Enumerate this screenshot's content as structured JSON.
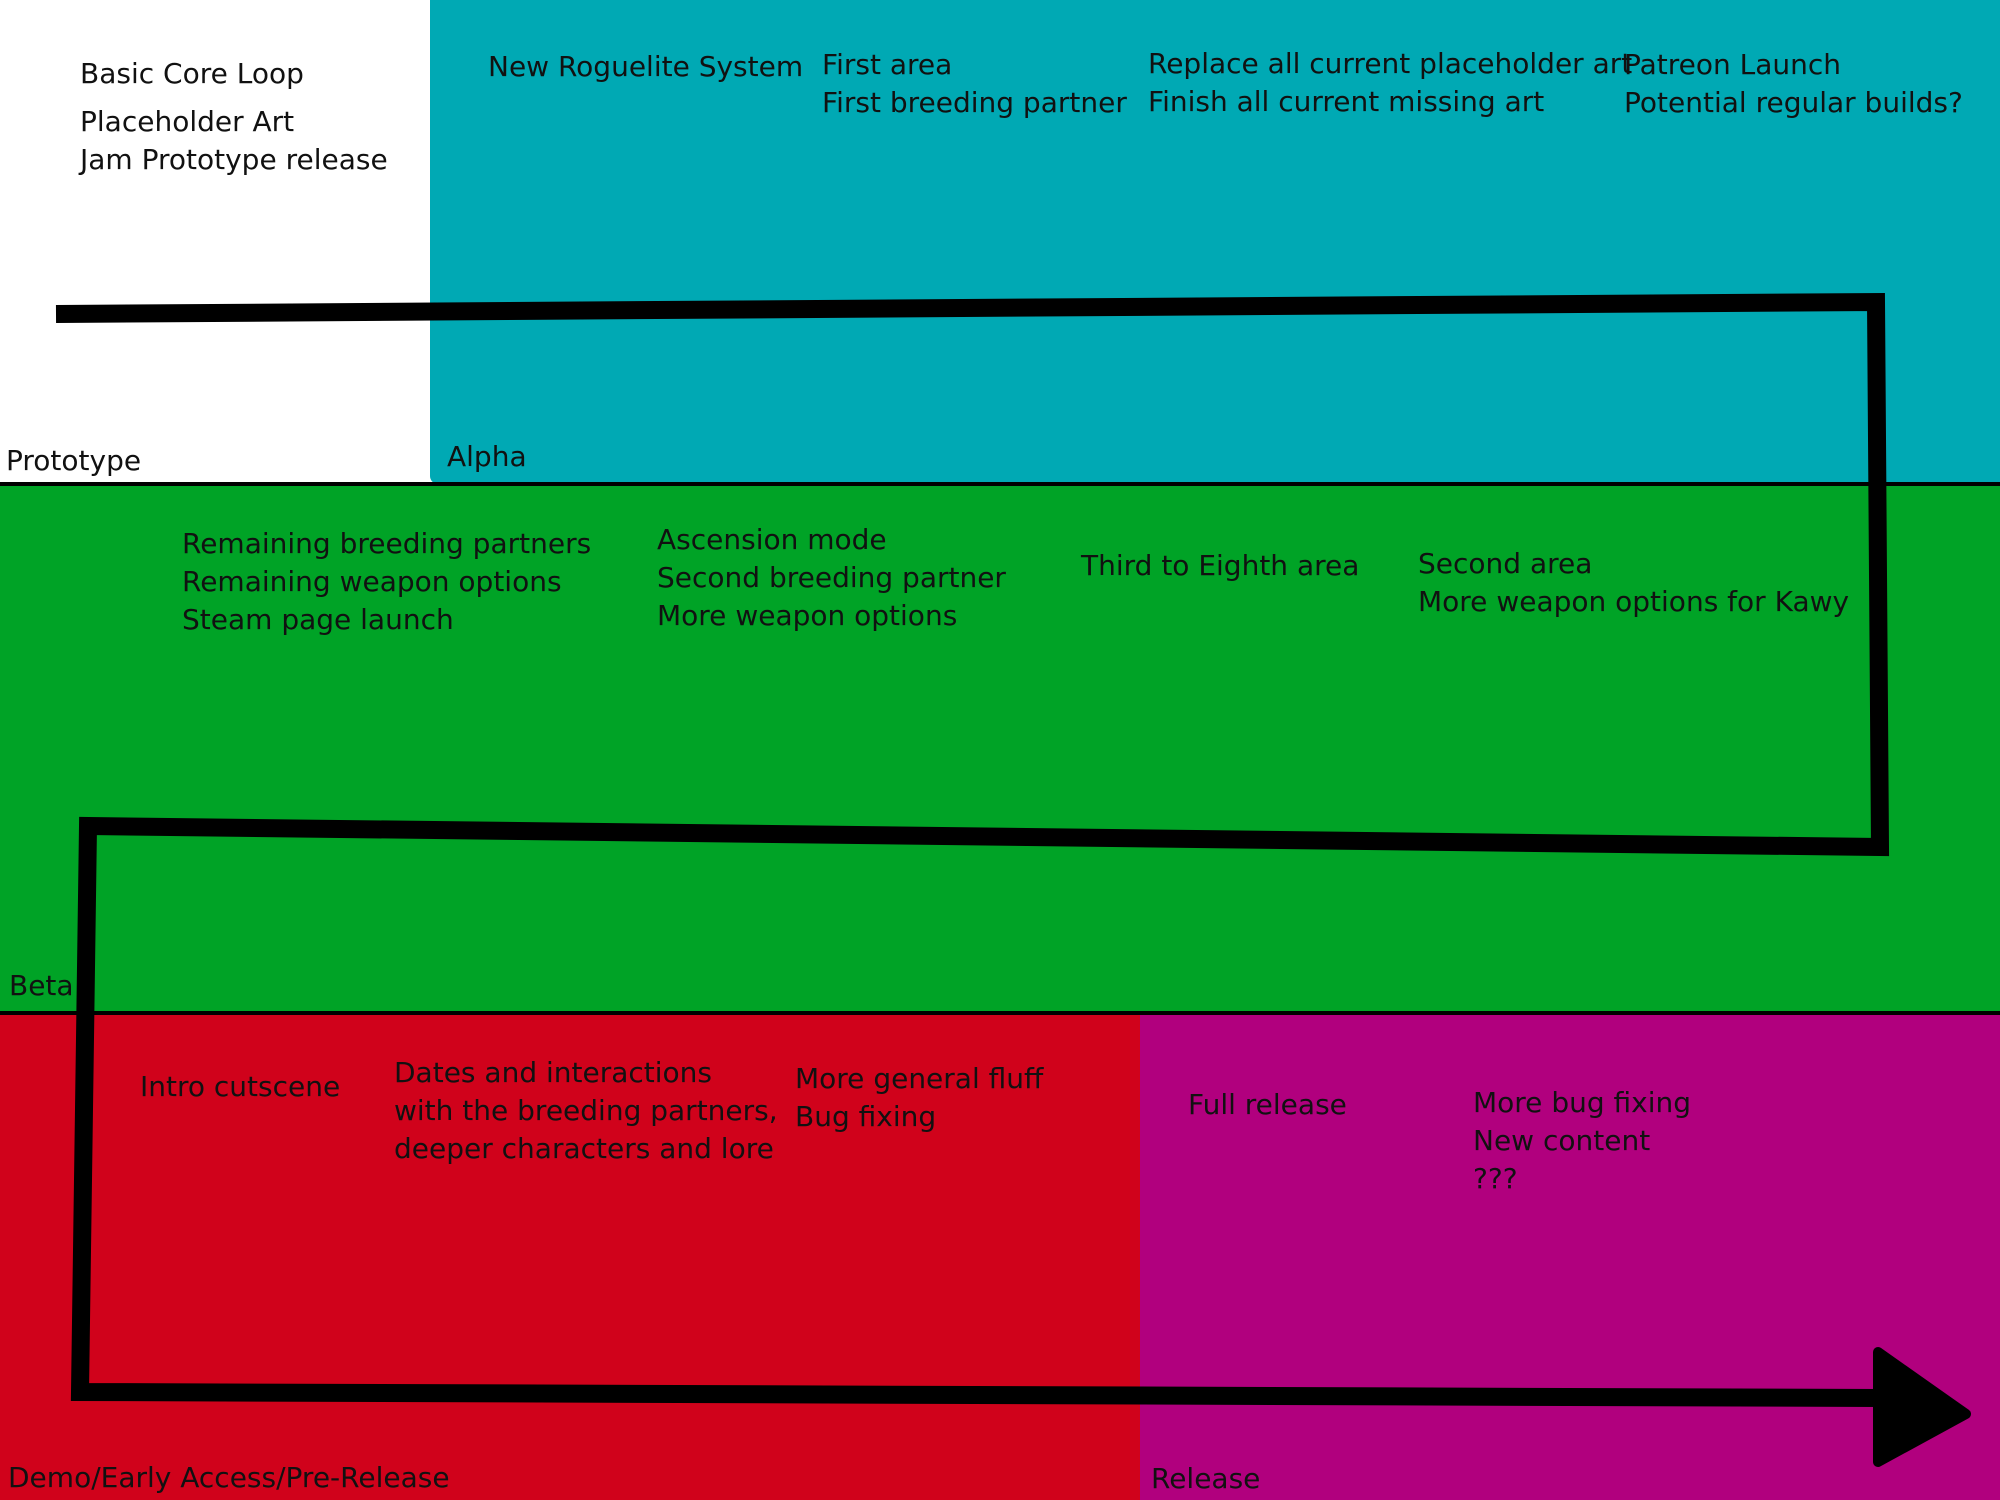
{
  "colors": {
    "prototype": "#ffffff",
    "alpha": "#00a9b4",
    "beta": "#00a326",
    "prerelease": "#d0021b",
    "release": "#b1007e",
    "path": "#000000"
  },
  "stages": {
    "prototype": {
      "label": "Prototype",
      "items": [
        "Basic Core Loop",
        "Placeholder Art\nJam Prototype release"
      ]
    },
    "alpha": {
      "label": "Alpha",
      "items": [
        "New Roguelite System",
        "First area\nFirst breeding partner",
        "Replace all current placeholder art\nFinish all current missing art",
        "Patreon Launch\nPotential regular builds?"
      ]
    },
    "beta": {
      "label": "Beta",
      "items": [
        "Remaining breeding partners\nRemaining weapon options\nSteam page launch",
        "Ascension mode\nSecond breeding partner\nMore weapon options",
        "Third to Eighth area",
        "Second area\nMore weapon options for Kawy"
      ]
    },
    "prerelease": {
      "label": "Demo/Early Access/Pre-Release",
      "items": [
        "Intro cutscene",
        "Dates and interactions\nwith the breeding partners,\ndeeper characters and lore",
        "More general fluff\nBug fixing"
      ]
    },
    "release": {
      "label": "Release",
      "items": [
        "Full release",
        "More bug fixing\nNew content\n???"
      ]
    }
  }
}
